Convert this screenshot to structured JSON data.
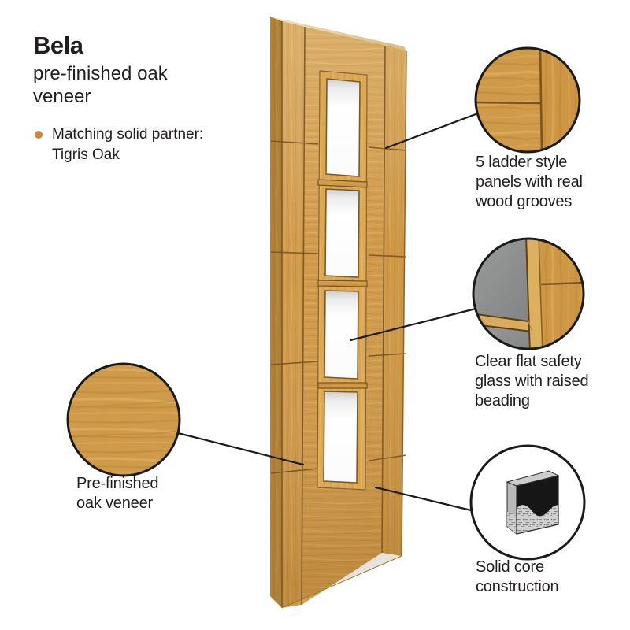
{
  "header": {
    "product_name": "Bela",
    "product_subtitle": "pre-finished oak veneer",
    "subtitle_lines": [
      "pre-finished oak",
      "veneer"
    ],
    "matching_partner": {
      "label": "Matching solid partner: Tigris Oak",
      "lines": [
        "Matching solid partner:",
        "Tigris Oak"
      ]
    }
  },
  "callouts": [
    {
      "id": "ladder-panels",
      "label": "5 ladder style panels with real wood grooves",
      "lines": [
        "5 ladder style",
        "panels with real",
        "wood grooves"
      ]
    },
    {
      "id": "safety-glass",
      "label": "Clear flat safety glass with raised beading",
      "lines": [
        "Clear flat safety",
        "glass with raised",
        "beading"
      ]
    },
    {
      "id": "solid-core",
      "label": "Solid core construction",
      "lines": [
        "Solid core",
        "construction"
      ]
    },
    {
      "id": "oak-veneer",
      "label": "Pre-finished oak veneer",
      "lines": [
        "Pre-finished",
        "oak veneer"
      ]
    }
  ],
  "door": {
    "glass_panels": 4,
    "ladder_grooves": 4
  },
  "colors": {
    "background": "#ffffff",
    "text": "#221e1f",
    "bullet_accent": "#c8893c",
    "callout_line": "#1a1a1a",
    "wood_base": "#cf9a4a",
    "wood_shadow": "#b28440",
    "wood_highlight": "#dcae63",
    "groove": "#7a5423",
    "glass_clear": "#ffffff",
    "glass_gray": "#8f9191",
    "core_gray": "#d2d2d2"
  }
}
